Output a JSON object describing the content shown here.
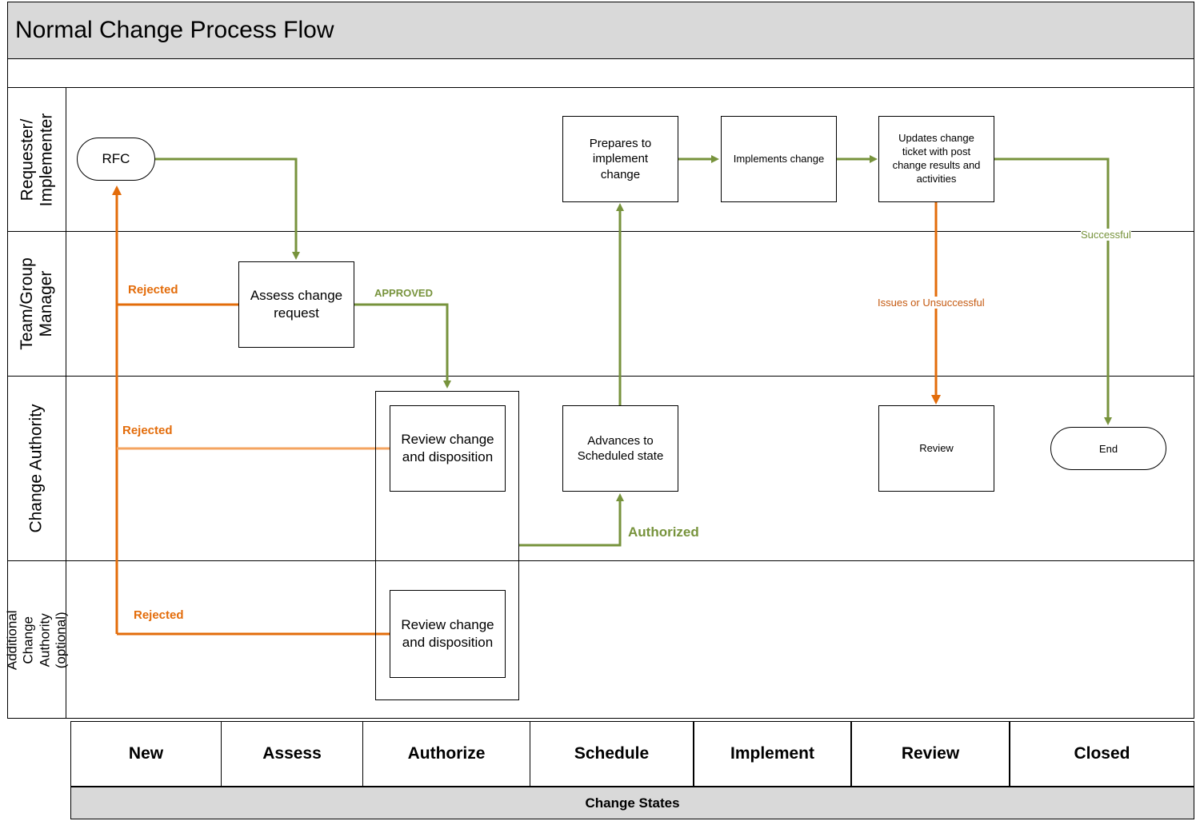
{
  "title": "Normal Change Process Flow",
  "lanes": {
    "requester": "Requester/ Implementer",
    "manager": "Team/Group Manager",
    "authority": "Change Authority",
    "additional": "Additional Change Authority (optional)"
  },
  "nodes": {
    "rfc": "RFC",
    "assess": "Assess change request",
    "review1": "Review change and disposition",
    "review2": "Review change and disposition",
    "advances": "Advances to Scheduled state",
    "prepares": "Prepares to implement change",
    "implements": "Implements change",
    "updates": "Updates change ticket with post change results and activities",
    "review": "Review",
    "end": "End"
  },
  "edge_labels": {
    "rejected_manager": "Rejected",
    "rejected_authority": "Rejected",
    "rejected_additional": "Rejected",
    "approved": "APPROVED",
    "authorized": "Authorized",
    "issues": "Issues or Unsuccessful",
    "successful": "Successful"
  },
  "states": [
    "New",
    "Assess",
    "Authorize",
    "Schedule",
    "Implement",
    "Review",
    "Closed"
  ],
  "states_footer": "Change States",
  "colors": {
    "green": "#77933c",
    "orange": "#e36c0a",
    "light_orange": "#f4a460",
    "issues_text": "#c55a11",
    "header_fill": "#d9d9d9"
  }
}
